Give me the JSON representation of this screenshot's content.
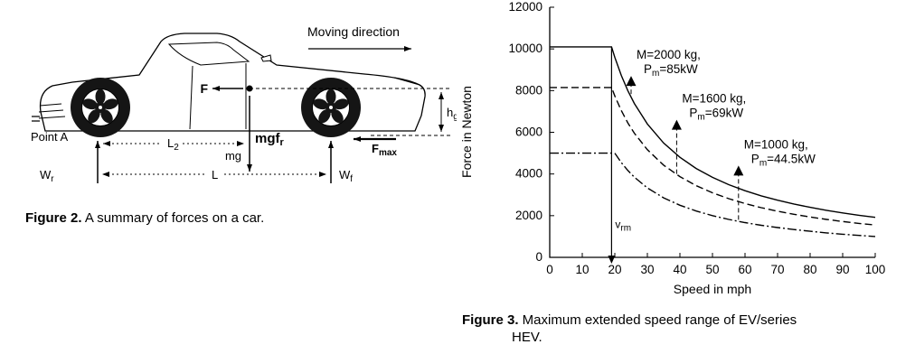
{
  "figure2": {
    "caption_bold": "Figure 2.",
    "caption_text": " A summary of forces on a car.",
    "labels": {
      "moving_direction": "Moving direction",
      "point_a": "Point A",
      "F": "F",
      "mg": "mg",
      "mgfr_main": "mgf",
      "mgfr_sub": "r",
      "Fmax_main": "F",
      "Fmax_sub": "max",
      "Wr_main": "W",
      "Wr_sub": "r",
      "Wf_main": "W",
      "Wf_sub": "f",
      "L": "L",
      "L2_main": "L",
      "L2_sub": "2",
      "hg_main": "h",
      "hg_sub": "g"
    }
  },
  "figure3": {
    "caption_bold": "Figure 3.",
    "caption_line1": " Maximum extended speed range of EV/series",
    "caption_line2": "HEV."
  },
  "chart_data": {
    "type": "line",
    "title": "",
    "xlabel": "Speed in mph",
    "ylabel": "Force in Newton",
    "xlim": [
      0,
      100
    ],
    "ylim": [
      0,
      12000
    ],
    "xticks": [
      0,
      10,
      20,
      30,
      40,
      50,
      60,
      70,
      80,
      90,
      100
    ],
    "yticks": [
      0,
      2000,
      4000,
      6000,
      8000,
      10000,
      12000
    ],
    "grid": false,
    "legend": "none",
    "series": [
      {
        "name": "M=2000 kg, Pm=85kW",
        "style": "solid",
        "x": [
          0,
          19,
          20,
          22,
          24,
          26,
          30,
          35,
          40,
          45,
          50,
          55,
          60,
          65,
          70,
          75,
          80,
          85,
          90,
          95,
          100
        ],
        "y": [
          10100,
          10100,
          9595,
          8723,
          7996,
          7381,
          6397,
          5483,
          4798,
          4264,
          3838,
          3489,
          3198,
          2952,
          2741,
          2559,
          2399,
          2258,
          2132,
          2020,
          1919
        ]
      },
      {
        "name": "M=1600 kg, Pm=69kW",
        "style": "dashed",
        "x": [
          0,
          19,
          20,
          22,
          24,
          26,
          30,
          35,
          40,
          45,
          50,
          55,
          60,
          65,
          70,
          75,
          80,
          85,
          90,
          95,
          100
        ],
        "y": [
          8150,
          8150,
          7743,
          7039,
          6452,
          5956,
          5162,
          4424,
          3871,
          3441,
          3097,
          2815,
          2581,
          2382,
          2212,
          2065,
          1936,
          1821,
          1721,
          1630,
          1549
        ]
      },
      {
        "name": "M=1000 kg, Pm=44.5kW",
        "style": "dashdot",
        "x": [
          0,
          20,
          22,
          24,
          26,
          30,
          35,
          40,
          45,
          50,
          55,
          60,
          65,
          70,
          75,
          80,
          85,
          90,
          95,
          100
        ],
        "y": [
          5000,
          5000,
          4545,
          4167,
          3846,
          3333,
          2857,
          2500,
          2222,
          2000,
          1818,
          1667,
          1538,
          1429,
          1333,
          1250,
          1176,
          1111,
          1053,
          1000
        ]
      }
    ],
    "vline": {
      "x": 19,
      "y_top": 10100,
      "label_main": "v",
      "label_sub": "rm"
    },
    "annotations": [
      {
        "x": 25,
        "marker_y": 8400,
        "drop_to_y": 7676,
        "line1": "M=2000 kg,",
        "p_main": "P",
        "p_sub": "m",
        "p_rest": "=85kW"
      },
      {
        "x": 39,
        "marker_y": 6300,
        "drop_to_y": 3970,
        "line1": "M=1600 kg,",
        "p_main": "P",
        "p_sub": "m",
        "p_rest": "=69kW"
      },
      {
        "x": 58,
        "marker_y": 4100,
        "drop_to_y": 1724,
        "line1": "M=1000 kg,",
        "p_main": "P",
        "p_sub": "m",
        "p_rest": "=44.5kW"
      }
    ]
  }
}
